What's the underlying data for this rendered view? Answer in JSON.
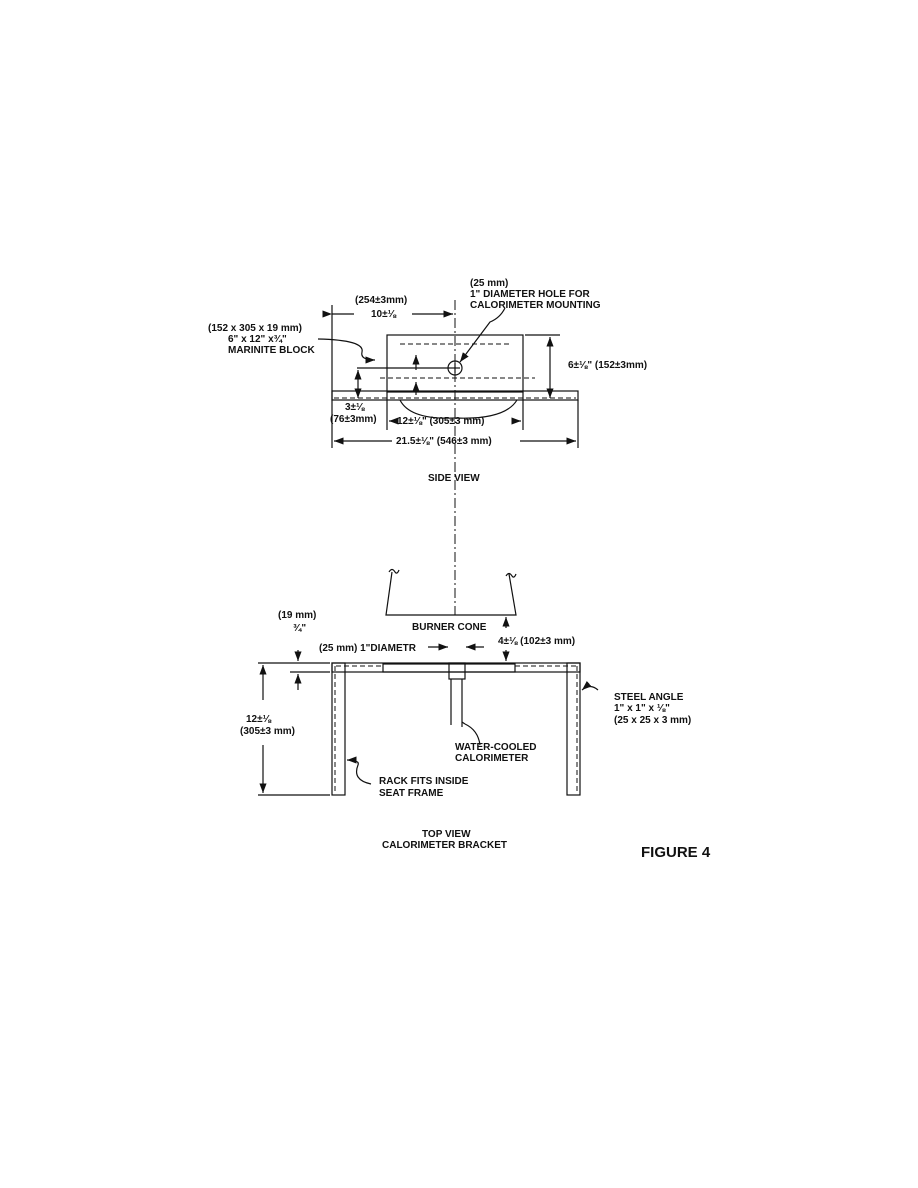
{
  "figure_label": "FIGURE 4",
  "side_view": {
    "title": "SIDE VIEW",
    "hole_mm": "(25 mm)",
    "hole_label_1": "1\" DIAMETER HOLE FOR",
    "hole_label_2": "CALORIMETER MOUNTING",
    "dim_10_mm": "(254±3mm)",
    "dim_10": "10±⅛",
    "block_mm": "(152 x 305 x 19 mm)",
    "block_in": "6\" x 12\" x¾\"",
    "block_name": "MARINITE BLOCK",
    "dim_6": "6±⅛\" (152±3mm)",
    "dim_3": "3±⅛",
    "dim_3_mm": "(76±3mm)",
    "dim_12": "12±⅛\" (305±3 mm)",
    "dim_21": "21.5±⅛\"  (546±3 mm)"
  },
  "top_view": {
    "title_1": "TOP VIEW",
    "title_2": "CALORIMETER BRACKET",
    "burner_cone": "BURNER CONE",
    "dim_4": "4±⅛  (102±3 mm)",
    "thick_mm": "(19 mm)",
    "thick_in": "¾\"",
    "diam_label": "(25 mm) 1\"DIAMETR",
    "height_in": "12±⅛",
    "height_mm": "(305±3 mm)",
    "steel_1": "STEEL ANGLE",
    "steel_2": "1\" x 1\" x ⅛\"",
    "steel_3": "(25 x 25 x 3 mm)",
    "water_1": "WATER-COOLED",
    "water_2": "CALORIMETER",
    "rack_1": "RACK FITS INSIDE",
    "rack_2": "SEAT FRAME"
  }
}
